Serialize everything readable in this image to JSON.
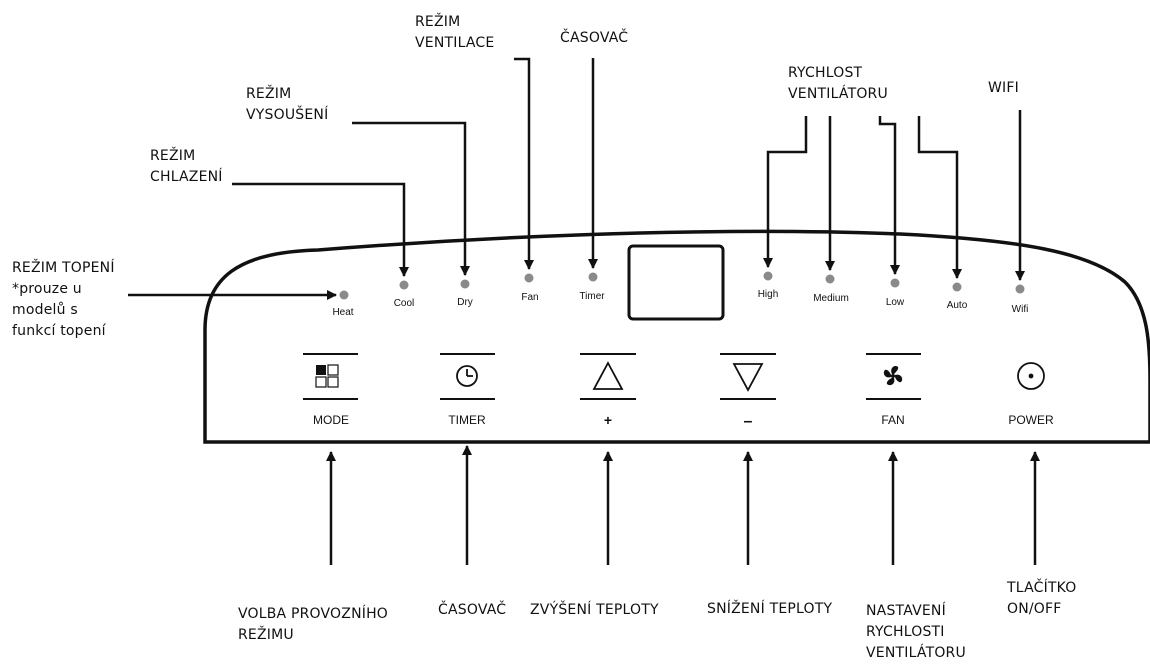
{
  "panel": {
    "indicators": [
      {
        "id": "heat",
        "label": "Heat"
      },
      {
        "id": "cool",
        "label": "Cool"
      },
      {
        "id": "dry",
        "label": "Dry"
      },
      {
        "id": "fan",
        "label": "Fan"
      },
      {
        "id": "timer",
        "label": "Timer"
      },
      {
        "id": "high",
        "label": "High"
      },
      {
        "id": "medium",
        "label": "Medium"
      },
      {
        "id": "low",
        "label": "Low"
      },
      {
        "id": "auto",
        "label": "Auto"
      },
      {
        "id": "wifi",
        "label": "Wifi"
      }
    ],
    "buttons": [
      {
        "id": "mode",
        "label": "MODE",
        "icon": "mode-squares-icon"
      },
      {
        "id": "timer",
        "label": "TIMER",
        "icon": "clock-icon"
      },
      {
        "id": "plus",
        "label": "+",
        "icon": "triangle-up-icon"
      },
      {
        "id": "minus",
        "label": "–",
        "icon": "triangle-down-icon"
      },
      {
        "id": "fan",
        "label": "FAN",
        "icon": "fan-icon"
      },
      {
        "id": "power",
        "label": "POWER",
        "icon": "power-icon"
      }
    ]
  },
  "callouts": {
    "heat": "REŽIM TOPENÍ\n*prouze u\nmodelů s\nfunkcí topení",
    "cool": "REŽIM\nCHLAZENÍ",
    "dry": "REŽIM\nVYSOUŠENÍ",
    "fan": "REŽIM\nVENTILACE",
    "timer": "ČASOVAČ",
    "fan_speed": "RYCHLOST\nVENTILÁTORU",
    "wifi": "WIFI",
    "mode_button": "VOLBA PROVOZNÍHO\nREŽIMU",
    "timer_button": "ČASOVAČ",
    "plus_button": "ZVÝŠENÍ TEPLOTY",
    "minus_button": "SNÍŽENÍ TEPLOTY",
    "fan_button": "NASTAVENÍ\nRYCHLOSTI\nVENTILÁTORU",
    "power_button": "TLAČÍTKO\nON/OFF"
  },
  "colors": {
    "line": "#111111",
    "led": "#8a8a8a",
    "background": "#ffffff"
  }
}
